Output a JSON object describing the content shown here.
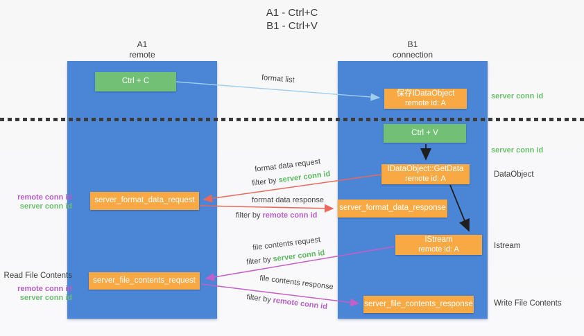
{
  "title": {
    "line1": "A1 - Ctrl+C",
    "line2": "B1 - Ctrl+V"
  },
  "lanes": {
    "left": {
      "name": "A1",
      "role": "remote"
    },
    "right": {
      "name": "B1",
      "role": "connection"
    }
  },
  "nodes": {
    "ctrl_c": "Ctrl + C",
    "ctrl_v": "Ctrl + V",
    "save_dataobject": {
      "line1": "保存IDataObject",
      "line2": "remote id: A"
    },
    "getdata": {
      "line1": "IDataObject::GetData",
      "line2": "remote id: A"
    },
    "istream": {
      "line1": "IStream",
      "line2": "remote id: A"
    },
    "format_request": "server_format_data_request",
    "format_response": "server_format_data_response",
    "file_request": "server_file_contents_request",
    "file_response": "server_file_contents_response"
  },
  "arrows": {
    "format_list": "format list",
    "format_data_request": "format data request",
    "format_data_response": "format data response",
    "file_contents_request": "file contents request",
    "file_contents_response": "file contents response",
    "filter_by": "filter by",
    "server_conn_id": "server conn id",
    "remote_conn_id": "remote conn id"
  },
  "side_labels": {
    "server_conn_id": "server conn id",
    "remote_conn_id": "remote conn id",
    "dataobject": "DataObject",
    "istream": "Istream",
    "read_file_contents": "Read File Contents",
    "write_file_contents": "Write File Contents"
  },
  "colors": {
    "lane_blue": "#4b85d6",
    "node_green": "#72c075",
    "node_orange": "#f8a944",
    "arrow_red": "#e8695c",
    "arrow_magenta": "#c35fc6",
    "arrow_light_blue": "#9fcdec",
    "arrow_black": "#1f1f1f",
    "label_green": "#5cb860",
    "label_purple": "#b55fc4"
  }
}
